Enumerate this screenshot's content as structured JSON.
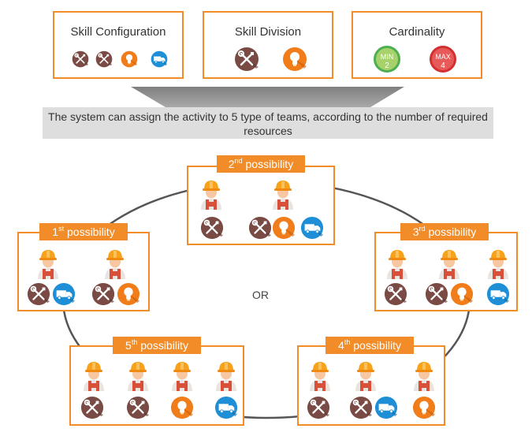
{
  "skill_configuration": {
    "title": "Skill Configuration"
  },
  "skill_division": {
    "title": "Skill Division"
  },
  "cardinality": {
    "title": "Cardinality",
    "min_label": "MIN",
    "min_value": "2",
    "max_label": "MAX",
    "max_value": "4"
  },
  "callout": {
    "text": "The system can assign the activity to 5 type of teams, according to the number of required resources"
  },
  "or_text": "OR",
  "possibilities": [
    {
      "ord": "1",
      "sup": "st",
      "rest": " possibility"
    },
    {
      "ord": "2",
      "sup": "nd",
      "rest": " possibility"
    },
    {
      "ord": "3",
      "sup": "rd",
      "rest": " possibility"
    },
    {
      "ord": "4",
      "sup": "th",
      "rest": " possibility"
    },
    {
      "ord": "5",
      "sup": "th",
      "rest": " possibility"
    }
  ],
  "colors": {
    "accent": "#f28c28",
    "wrench": "#7a4a44",
    "bulb": "#f07d1a",
    "truck": "#1e8fd6"
  },
  "icon_names": [
    "wrench-screwdriver-icon",
    "lightbulb-icon",
    "truck-icon",
    "worker-icon"
  ]
}
